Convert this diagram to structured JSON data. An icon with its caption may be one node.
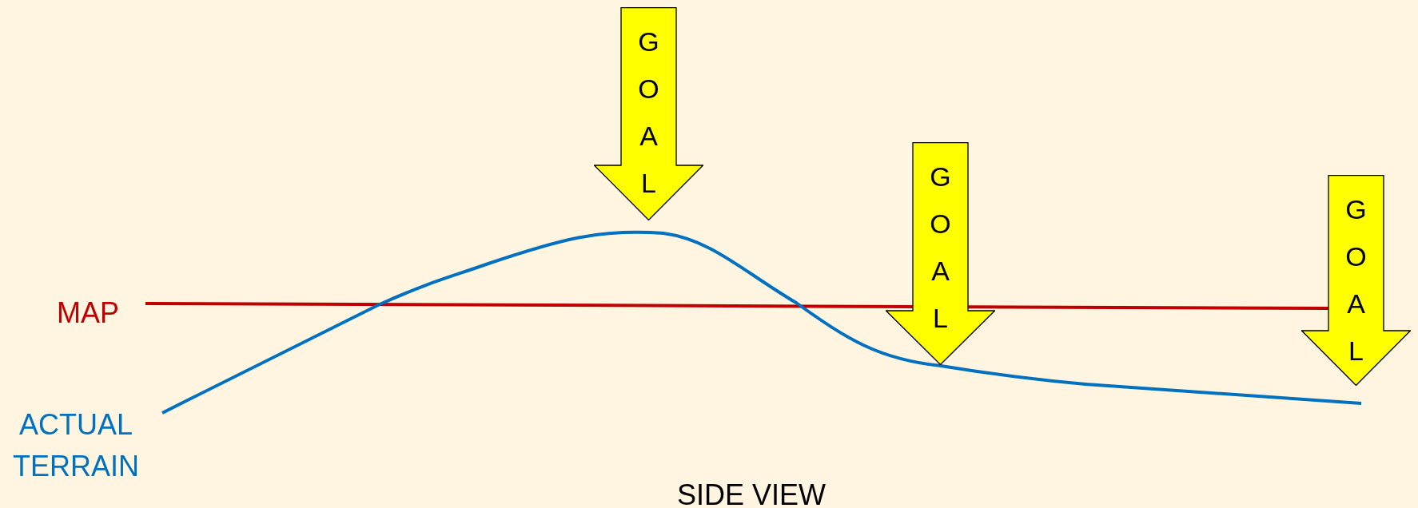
{
  "diagram": {
    "nodes": [
      {
        "text": [
          "GOAL"
        ]
      },
      {
        "text": [
          "GOAL"
        ]
      },
      {
        "text": [
          "GOAL"
        ]
      }
    ],
    "labels": [
      "MAP",
      "ACTUAL TERRAIN",
      "SIDE VIEW"
    ]
  }
}
